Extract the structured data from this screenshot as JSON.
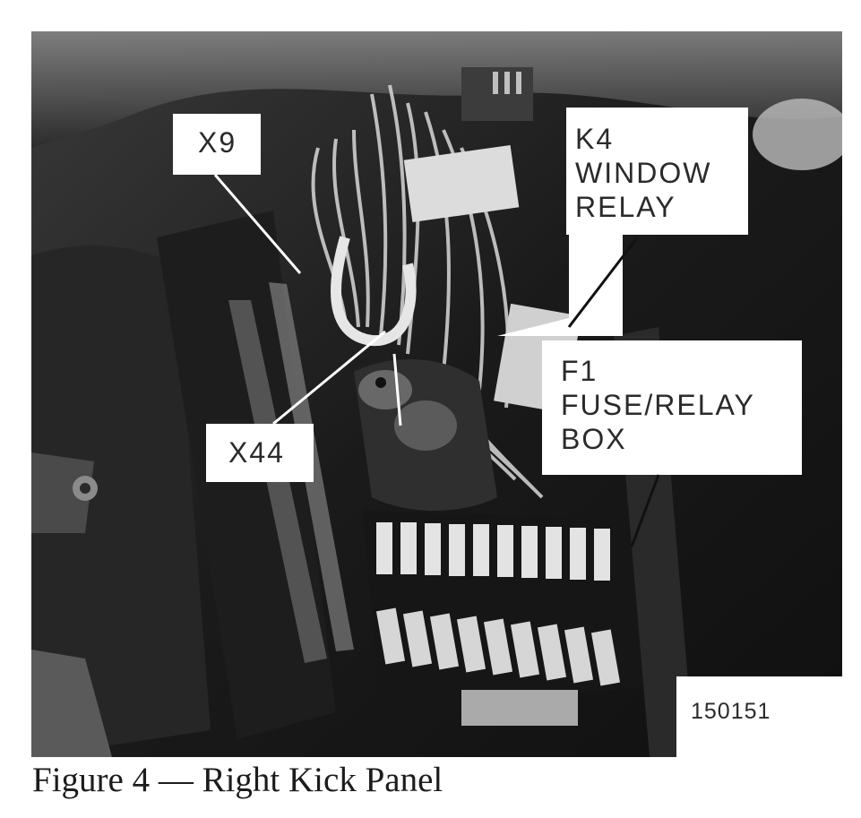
{
  "figure": {
    "caption": "Figure 4 — Right Kick Panel",
    "image_id": "150151",
    "labels": {
      "x9": "X9",
      "k4": [
        "K4",
        "WINDOW",
        "RELAY"
      ],
      "f1": [
        "F1",
        "FUSE/RELAY",
        "BOX"
      ],
      "x44": "X44"
    }
  }
}
